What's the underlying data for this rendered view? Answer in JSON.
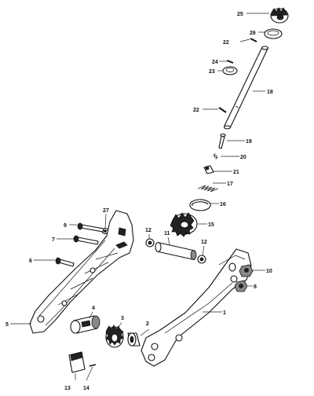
{
  "callouts": {
    "c1": "1",
    "c2": "2",
    "c3": "3",
    "c4": "4",
    "c5": "5",
    "c6": "6",
    "c7": "7",
    "c8": "8",
    "c9": "9",
    "c10": "10",
    "c11": "11",
    "c12a": "12",
    "c12b": "12",
    "c13": "13",
    "c14": "14",
    "c15": "15",
    "c16": "16",
    "c17": "17",
    "c18": "18",
    "c19": "19",
    "c20": "20",
    "c21": "21",
    "c22a": "22",
    "c22b": "22",
    "c23": "23",
    "c24": "24",
    "c25": "25",
    "c26": "26",
    "c27": "27"
  }
}
